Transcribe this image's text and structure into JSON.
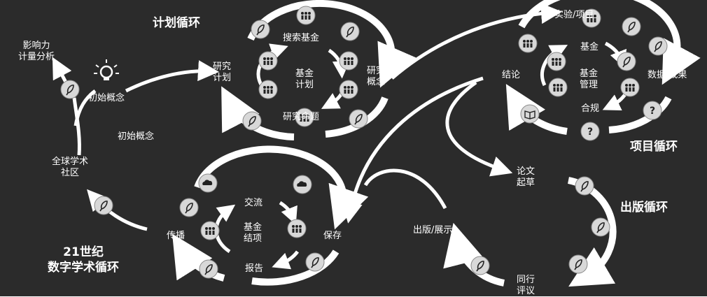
{
  "cycles": {
    "planning": {
      "title": "计划循环",
      "outer_left": [
        "研究",
        "计划"
      ],
      "outer_right": [
        "研究",
        "概念"
      ],
      "inner_top": "搜索基金",
      "center": [
        "基金",
        "计划"
      ],
      "inner_bottom": "研究命题"
    },
    "project": {
      "title": "项目循环",
      "outer_top": "实验/项目",
      "outer_right": "数据/成果",
      "outer_left": "结论",
      "inner_top": "基金",
      "center": [
        "基金",
        "管理"
      ],
      "inner_bottom": "合规"
    },
    "scholarly": {
      "title": [
        "21世纪",
        "数字学术循环"
      ],
      "outer_left": "传播",
      "outer_right": "保存",
      "inner_top": "交流",
      "center": [
        "基金",
        "结项"
      ],
      "inner_bottom": "报告"
    },
    "publishing": {
      "title": "出版循环",
      "draft": [
        "论文",
        "起草"
      ],
      "review": [
        "同行",
        "评议"
      ],
      "publish": "出版/展示"
    }
  },
  "left_flow": {
    "impact": [
      "影响力",
      "计量分析"
    ],
    "initial_concept_1": "初始概念",
    "initial_concept_2": "初始概念",
    "community": [
      "全球学术",
      "社区"
    ]
  },
  "colors": {
    "background": "#2b2b2b",
    "arrow": "#ffffff",
    "node": "#d8d8d8"
  },
  "icons": [
    "lightbulb-icon",
    "people-icon",
    "leaf-icon",
    "cloud-icon",
    "question-icon",
    "book-icon"
  ]
}
